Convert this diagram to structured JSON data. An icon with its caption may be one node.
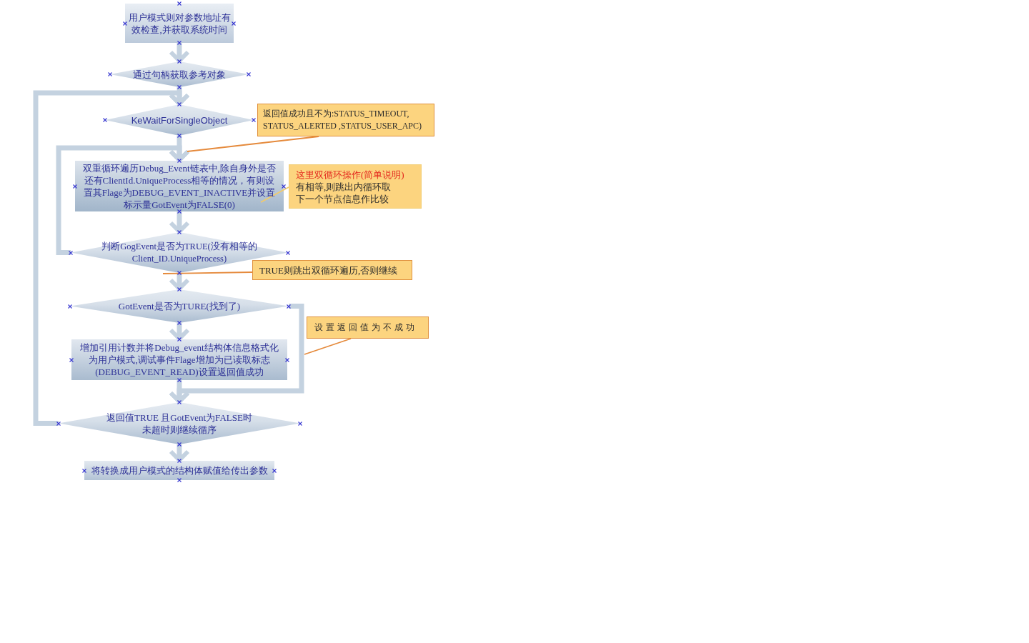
{
  "diagram": {
    "nodes": [
      {
        "text": [
          "用户模式则对参数地址有效检查,并获取系统时间"
        ]
      },
      {
        "text": [
          "通过句柄获取参考对象"
        ]
      },
      {
        "text": [
          "KeWaitForSingleObject"
        ]
      },
      {
        "text": [
          "双重循环遍历Debug_Event链表中,除自身外是否还有ClientId.UniqueProcess相等的情况，有则设置其Flage为DEBUG_EVENT_INACTIVE并设置标示量GotEvent为FALSE(0)"
        ]
      },
      {
        "text": [
          "判断GogEvent是否为TRUE(没有相等的Client_ID.UniqueProcess)"
        ]
      },
      {
        "text": [
          "GotEvent是否为TURE(找到了)"
        ]
      },
      {
        "text": [
          "增加引用计数并将Debug_event结构体信息格式化为用户模式,调试事件Flage增加为已读取标志(DEBUG_EVENT_READ)设置返回值成功"
        ]
      },
      {
        "text": [
          "返回值TRUE 且GotEvent为FALSE时未超时则继续循序"
        ]
      },
      {
        "text": [
          "将转换成用户模式的结构体赋值给传出参数"
        ]
      },
      {
        "text": [
          "返回值成功且不为:STATUS_TIMEOUT, STATUS_ALERTED ,STATUS_USER_APC)"
        ]
      },
      {
        "text": [
          "这里双循环操作(简单说明)",
          "有相等,则跳出内循环取下一个节点信息作比较"
        ]
      },
      {
        "text": [
          "TRUE则跳出双循环遍历,否则继续"
        ]
      },
      {
        "text": [
          "设置返回值为不成功"
        ]
      }
    ],
    "edges": [
      {
        "from": 0,
        "to": 1,
        "arrow": "to"
      },
      {
        "from": 1,
        "to": 2,
        "arrow": "to"
      },
      {
        "from": 2,
        "to": 3,
        "arrow": "to"
      },
      {
        "from": 3,
        "to": 4,
        "arrow": "to"
      },
      {
        "from": 4,
        "to": 3,
        "arrow": "to"
      },
      {
        "from": 4,
        "to": 5,
        "arrow": "to"
      },
      {
        "from": 5,
        "to": 6,
        "arrow": "to"
      },
      {
        "from": 5,
        "to": 7,
        "arrow": "to"
      },
      {
        "from": 6,
        "to": 7,
        "arrow": "to"
      },
      {
        "from": 7,
        "to": 8,
        "arrow": "to"
      },
      {
        "from": 7,
        "to": 2,
        "arrow": "to"
      },
      {
        "from": 9,
        "to": 3,
        "arrow": "none",
        "color": "#e58a3c"
      },
      {
        "from": 10,
        "to": 3,
        "arrow": "none",
        "color": "#f2cb6a"
      },
      {
        "from": 11,
        "to": 4,
        "arrow": "none",
        "color": "#e58a3c"
      },
      {
        "from": 12,
        "to": null,
        "arrow": "none",
        "color": "#e58a3c"
      }
    ]
  }
}
